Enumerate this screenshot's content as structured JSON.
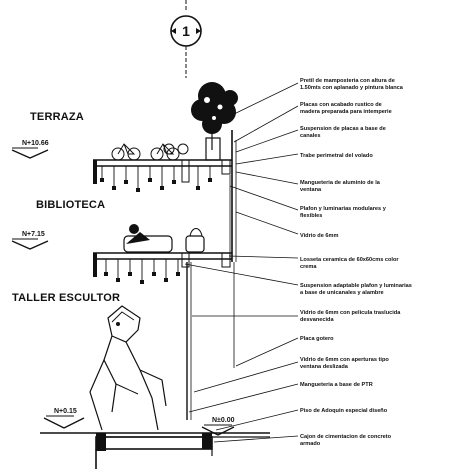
{
  "axis": "1",
  "levels": [
    {
      "name": "TERRAZA",
      "mark": "N+10.66"
    },
    {
      "name": "BIBLIOTECA",
      "mark": "N+7.15"
    },
    {
      "name": "TALLER ESCULTOR",
      "mark": "N+0.15"
    }
  ],
  "ground_mark": "N±0.00",
  "notes": [
    [
      "Pretil de mamposteria con altura de",
      "1.50mts con aplanado y pintura blanca"
    ],
    [
      "Placas con acabado rustico de",
      "madera preparada para intemperie"
    ],
    [
      "Suspension de placas a base de",
      "canales"
    ],
    [
      "Trabe perimetral del volado"
    ],
    [
      "Mangueteria de aluminio de la",
      "ventana"
    ],
    [
      "Plafon y luminarias modulares y",
      "flexibles"
    ],
    [
      "Vidrio de 6mm"
    ],
    [
      "Losseta ceramica de 60x60cms color",
      "crema"
    ],
    [
      "Suspension adaptable plafon y luminarias",
      "a base de unicanales y alambre"
    ],
    [
      "Vidrio de 6mm con pelicula traslucida",
      "desvanecida"
    ],
    [
      "Placa gotero"
    ],
    [
      "Vidrio de 6mm con aperturas tipo",
      "ventana deslizada"
    ],
    [
      "Mangueteria a base de PTR"
    ],
    [
      "Piso de Adoquin especial diseño"
    ],
    [
      "Cajon de cimentacion de concreto",
      "armado"
    ]
  ]
}
